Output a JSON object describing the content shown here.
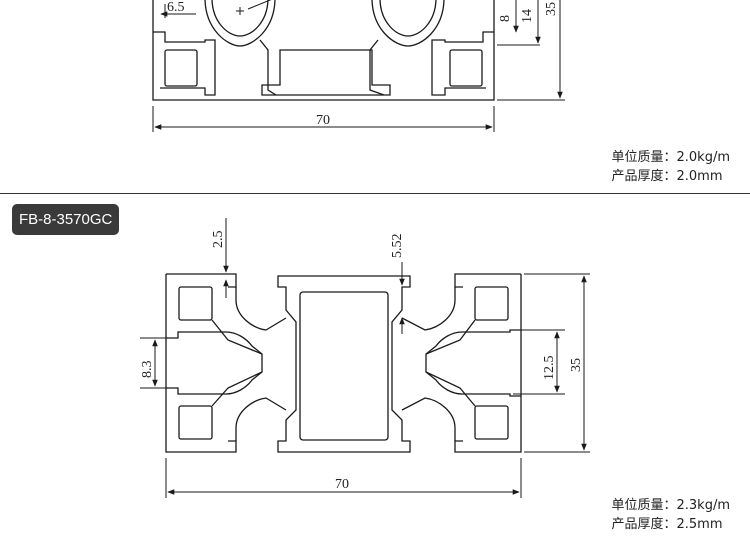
{
  "top_profile": {
    "dims": {
      "left_offset": "6.5",
      "inner_height": "8",
      "mid_height": "14",
      "height": "35",
      "width": "70"
    },
    "specs": {
      "mass": "单位质量：2.0kg/m",
      "thickness": "产品厚度：2.0mm"
    }
  },
  "bottom_profile": {
    "model": "FB-8-3570GC",
    "dims": {
      "wall": "2.5",
      "lip": "5.52",
      "slot_left": "8.3",
      "slot_right": "12.5",
      "height": "35",
      "width": "70"
    },
    "specs": {
      "mass": "单位质量：2.3kg/m",
      "thickness": "产品厚度：2.5mm"
    }
  },
  "colors": {
    "line": "#1a1a1a",
    "badge_bg": "#3a3a3a",
    "badge_text": "#ffffff"
  }
}
